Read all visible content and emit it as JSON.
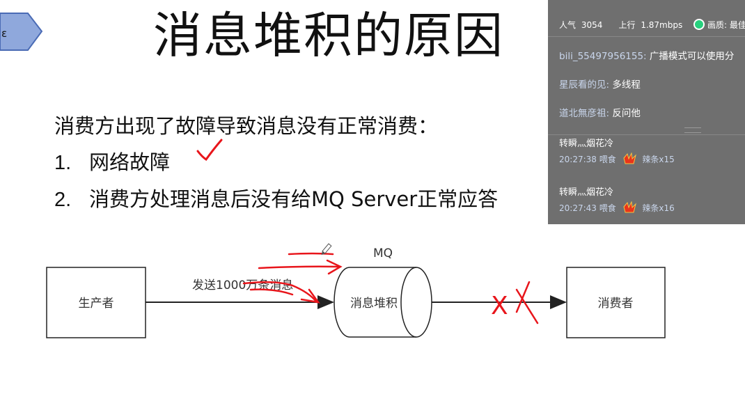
{
  "slide": {
    "title": "消息堆积的原因",
    "nav_label": "ε",
    "intro": "消费方出现了故障导致消息没有正常消费：",
    "items": [
      {
        "num": "1.",
        "text": "网络故障"
      },
      {
        "num": "2.",
        "text": "消费方处理消息后没有给MQ Server正常应答"
      }
    ]
  },
  "diagram": {
    "producer": "生产者",
    "send_label": "发送1000万条消息",
    "queue_title": "MQ",
    "queue_label": "消息堆积",
    "consumer": "消费者",
    "mark": "X"
  },
  "overlay": {
    "popularity_label": "人气",
    "popularity_value": "3054",
    "upload_label": "上行",
    "upload_value": "1.87mbps",
    "quality_label": "画质: 最佳",
    "chat": [
      {
        "user": "bili_55497956155:",
        "text": " 广播模式可以使用分"
      },
      {
        "user": "星辰看的见:",
        "text": " 多线程"
      },
      {
        "user": "道北無彦祖:",
        "text": " 反问他"
      }
    ],
    "gifts": [
      {
        "name": "转瞬灬烟花冷",
        "time": "20:27:38",
        "action": "喂食",
        "item": "辣条x15"
      },
      {
        "name": "转瞬灬烟花冷",
        "time": "20:27:43",
        "action": "喂食",
        "item": "辣条x16"
      }
    ],
    "accent": "#27d07d"
  },
  "colors": {
    "nav_fill": "#8fa8dc",
    "nav_stroke": "#4a6bb5",
    "annotation": "#e8151b"
  }
}
